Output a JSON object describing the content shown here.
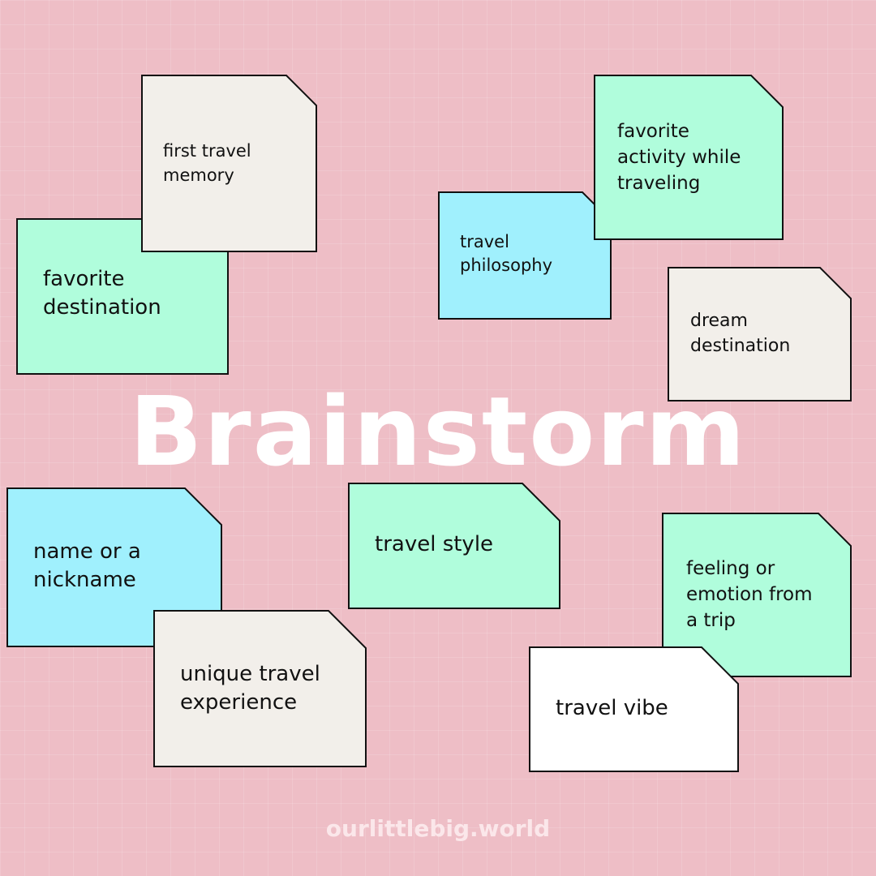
{
  "colors": {
    "background": "#eebec6",
    "mint": "#b0fddc",
    "blue": "#a0f0fd",
    "cream": "#f2efea",
    "white": "#ffffff",
    "outline": "#111111",
    "title": "#ffffff"
  },
  "title": "Brainstorm",
  "footer": "ourlittlebig.world",
  "notes": {
    "favorite_destination": "favorite\ndestination",
    "first_travel_memory": "first travel\nmemory",
    "travel_philosophy": "travel\nphilosophy",
    "favorite_activity": "favorite\nactivity while\ntraveling",
    "dream_destination": "dream\ndestination",
    "name_or_nickname": "name or a\nnickname",
    "unique_travel_experience": "unique travel\nexperience",
    "travel_style": "travel style",
    "feeling_or_emotion": "feeling or\nemotion from\na trip",
    "travel_vibe": "travel vibe"
  }
}
